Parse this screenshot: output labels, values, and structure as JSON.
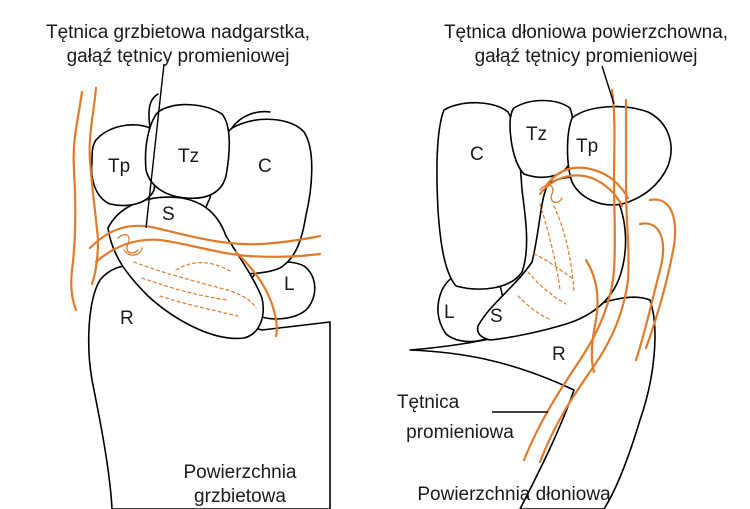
{
  "colors": {
    "artery": "#e07b2c",
    "outline": "#000000",
    "text": "#1a1a1a"
  },
  "left": {
    "title_line1": "Tętnica grzbietowa nadgarstka,",
    "title_line2": "gałąź tętnicy promieniowej",
    "surface_line1": "Powierzchnia",
    "surface_line2": "grzbietowa",
    "bones": {
      "tp": "Tp",
      "tz": "Tz",
      "c": "C",
      "s": "S",
      "l": "L",
      "r": "R"
    }
  },
  "right": {
    "title_line1": "Tętnica dłoniowa powierzchowna,",
    "title_line2": "gałąź tętnicy promieniowej",
    "radial_line1": "Tętnica",
    "radial_line2": "promieniowa",
    "surface": "Powierzchnia dłoniowa",
    "bones": {
      "c": "C",
      "tz": "Tz",
      "tp": "Tp",
      "l": "L",
      "s": "S",
      "r": "R"
    }
  }
}
